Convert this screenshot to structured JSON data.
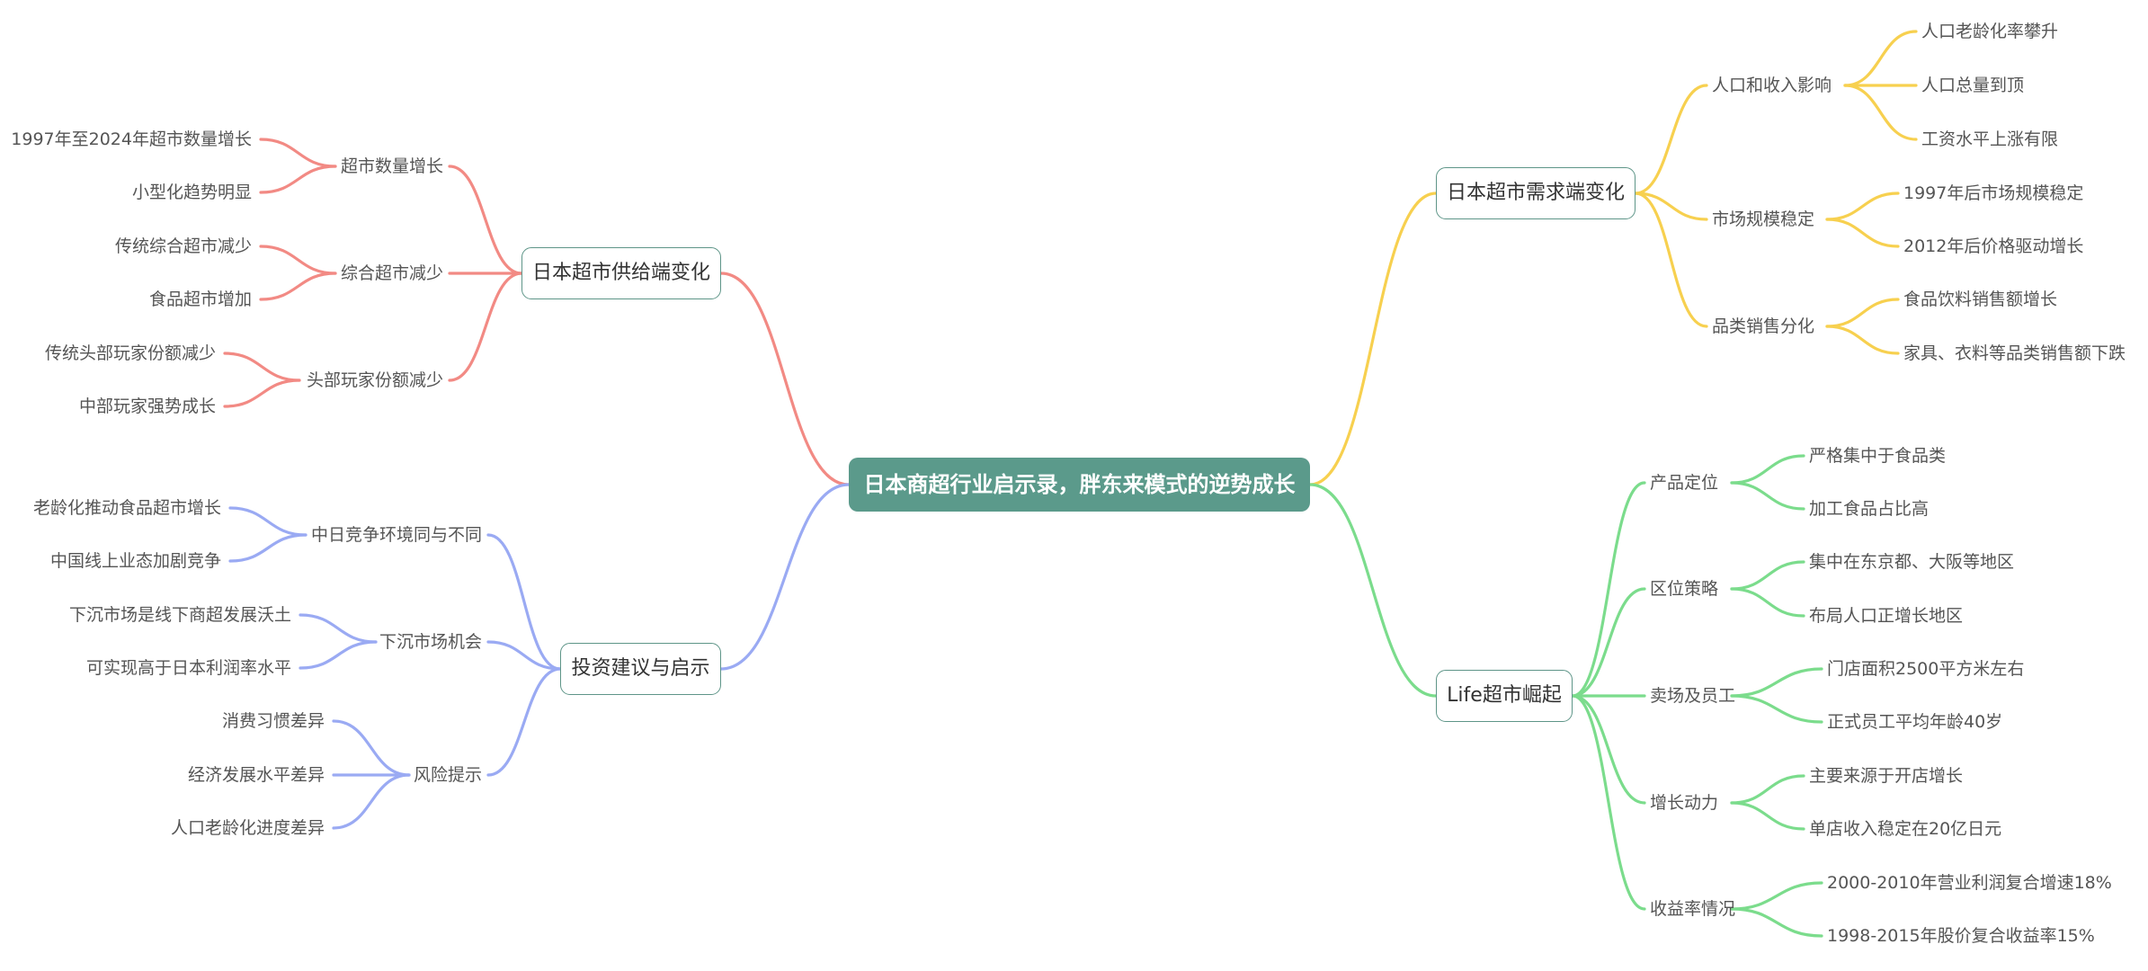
{
  "root": {
    "label": "日本商超行业启示录，胖东来模式的逆势成长"
  },
  "colors": {
    "demand": "#f7d04f",
    "life": "#7bdc8c",
    "supply": "#f28a84",
    "invest": "#9aaaf3",
    "box_border": "#5e9588",
    "root_fill": "#5b9a8b"
  },
  "branches": {
    "demand": {
      "label": "日本超市需求端变化",
      "subs": [
        {
          "label": "人口和收入影响",
          "leaves": [
            "人口老龄化率攀升",
            "人口总量到顶",
            "工资水平上涨有限"
          ]
        },
        {
          "label": "市场规模稳定",
          "leaves": [
            "1997年后市场规模稳定",
            "2012年后价格驱动增长"
          ]
        },
        {
          "label": "品类销售分化",
          "leaves": [
            "食品饮料销售额增长",
            "家具、衣料等品类销售额下跌"
          ]
        }
      ]
    },
    "life": {
      "label": "Life超市崛起",
      "subs": [
        {
          "label": "产品定位",
          "leaves": [
            "严格集中于食品类",
            "加工食品占比高"
          ]
        },
        {
          "label": "区位策略",
          "leaves": [
            "集中在东京都、大阪等地区",
            "布局人口正增长地区"
          ]
        },
        {
          "label": "卖场及员工",
          "leaves": [
            "门店面积2500平方米左右",
            "正式员工平均年龄40岁"
          ]
        },
        {
          "label": "增长动力",
          "leaves": [
            "主要来源于开店增长",
            "单店收入稳定在20亿日元"
          ]
        },
        {
          "label": "收益率情况",
          "leaves": [
            "2000-2010年营业利润复合增速18%",
            "1998-2015年股价复合收益率15%"
          ]
        }
      ]
    },
    "supply": {
      "label": "日本超市供给端变化",
      "subs": [
        {
          "label": "超市数量增长",
          "leaves": [
            "1997年至2024年超市数量增长",
            "小型化趋势明显"
          ]
        },
        {
          "label": "综合超市减少",
          "leaves": [
            "传统综合超市减少",
            "食品超市增加"
          ]
        },
        {
          "label": "头部玩家份额减少",
          "leaves": [
            "传统头部玩家份额减少",
            "中部玩家强势成长"
          ]
        }
      ]
    },
    "invest": {
      "label": "投资建议与启示",
      "subs": [
        {
          "label": "中日竞争环境同与不同",
          "leaves": [
            "老龄化推动食品超市增长",
            "中国线上业态加剧竞争"
          ]
        },
        {
          "label": "下沉市场机会",
          "leaves": [
            "下沉市场是线下商超发展沃土",
            "可实现高于日本利润率水平"
          ]
        },
        {
          "label": "风险提示",
          "leaves": [
            "消费习惯差异",
            "经济发展水平差异",
            "人口老龄化进度差异"
          ]
        }
      ]
    }
  }
}
